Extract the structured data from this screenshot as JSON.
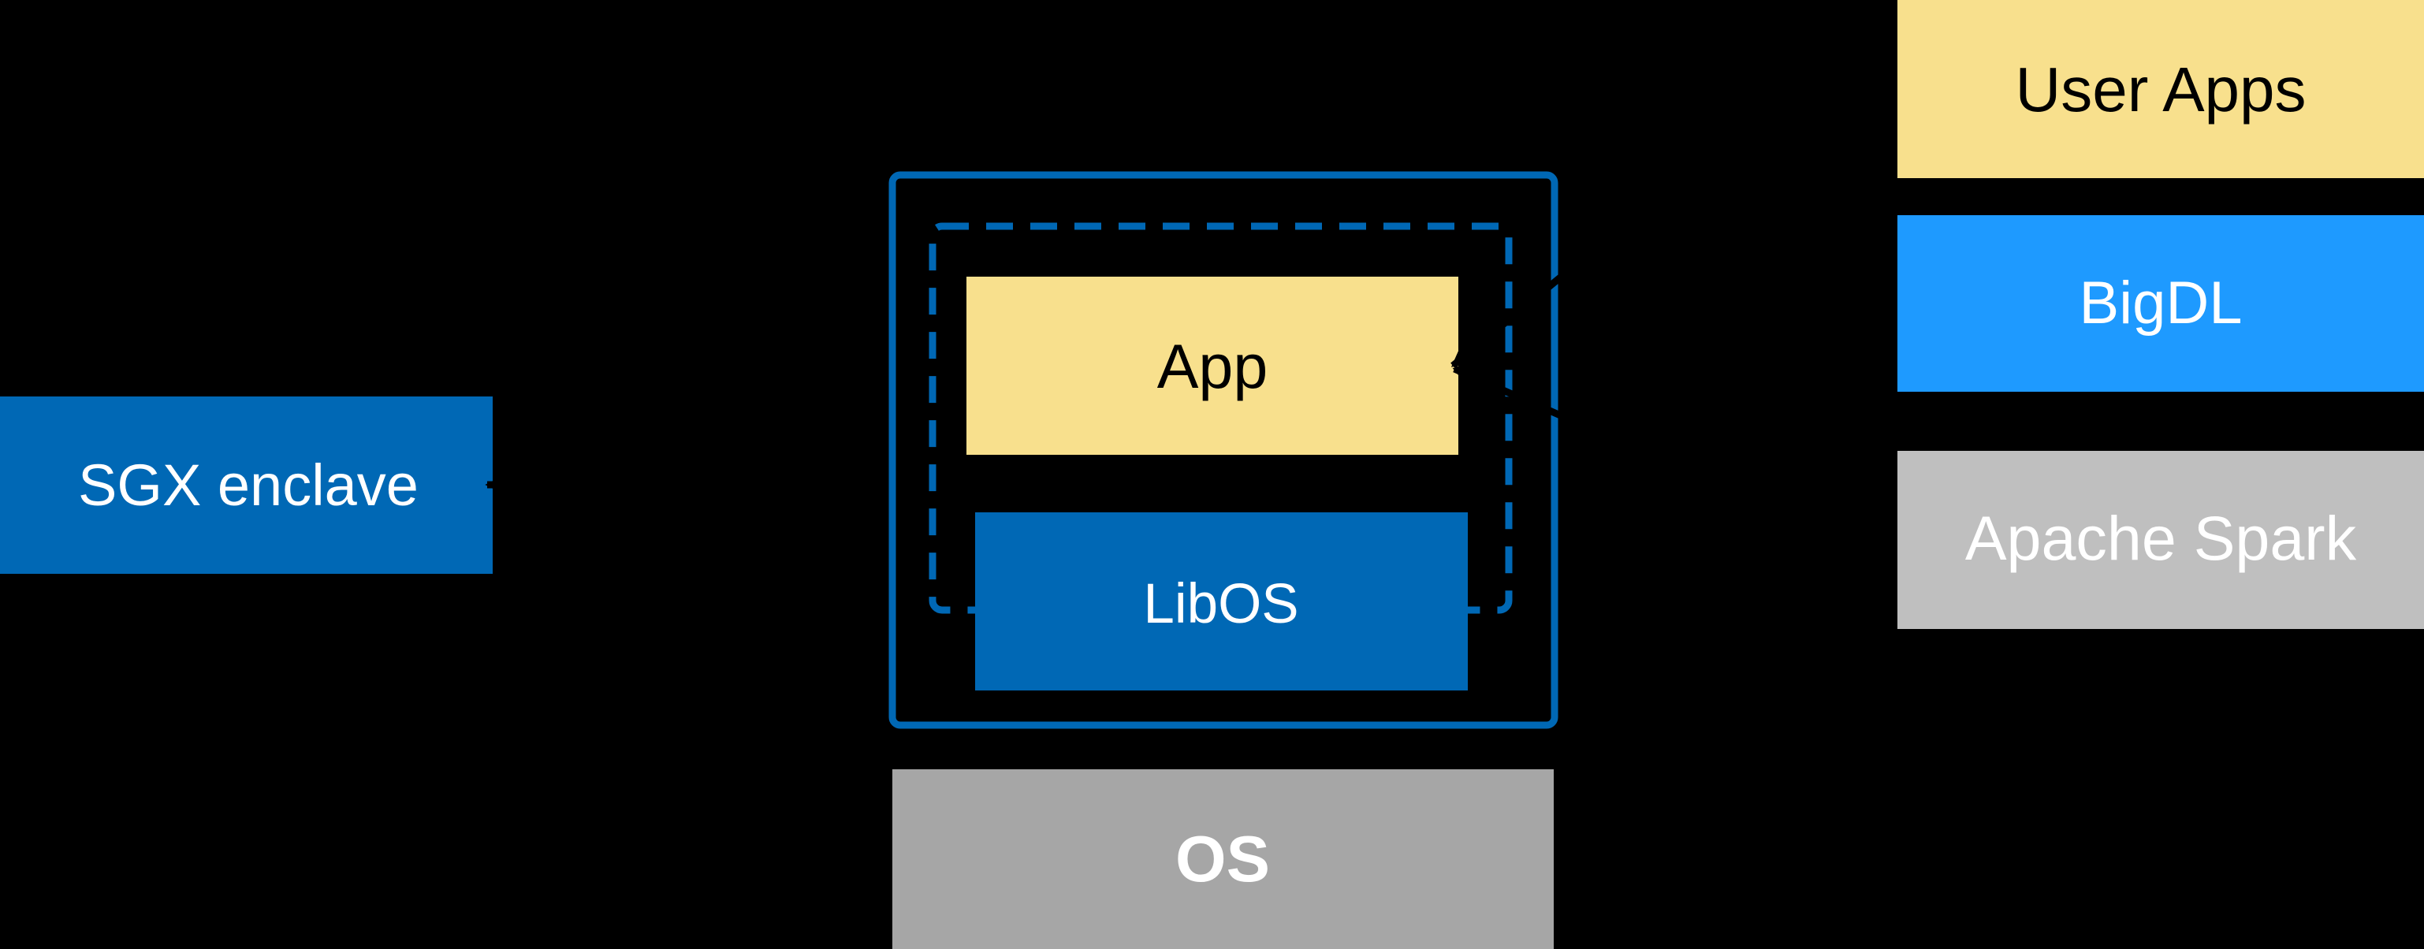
{
  "diagram": {
    "background": "#000000",
    "arrow_color": "#000000",
    "sgx_enclave": {
      "label": "SGX enclave",
      "fill": "#0068B5",
      "text_color": "#FFFFFF"
    },
    "enclave": {
      "border_color": "#0068B5",
      "app": {
        "label": "App",
        "fill": "#F8E08D",
        "text_color": "#000000"
      },
      "libos": {
        "label": "LibOS",
        "fill": "#0068B5",
        "text_color": "#FFFFFF"
      }
    },
    "os": {
      "label": "OS",
      "fill": "#A6A6A6",
      "text_color": "#FFFFFF"
    },
    "stack": [
      {
        "label": "User Apps",
        "fill": "#F8E08D",
        "text_color": "#000000"
      },
      {
        "label": "BigDL",
        "fill": "#1E9AFF",
        "text_color": "#FFFFFF"
      },
      {
        "label": "Apache Spark",
        "fill": "#BFBFBF",
        "text_color": "#FFFFFF"
      }
    ]
  }
}
